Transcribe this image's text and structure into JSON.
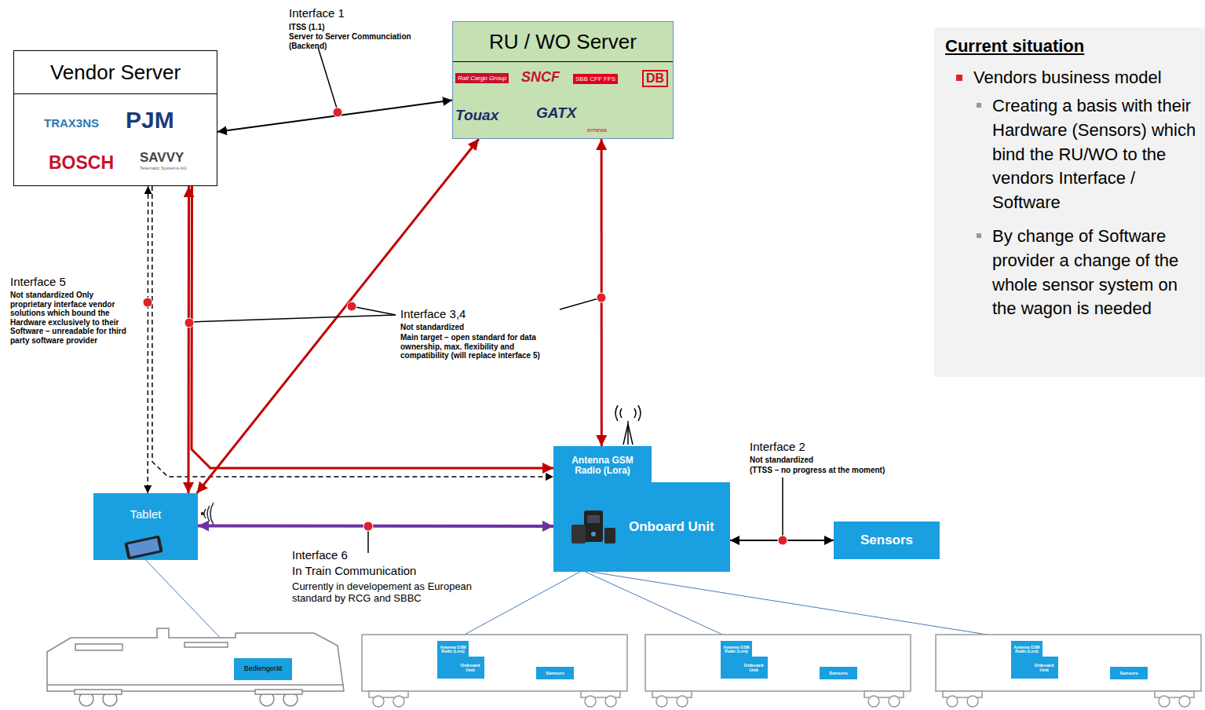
{
  "diagram": {
    "nodes": [
      {
        "text": [
          "Vendor Server"
        ]
      },
      {
        "text": [
          "RU / WO Server"
        ]
      },
      {
        "text": [
          "Antenna GSM Radio (Lora)"
        ]
      },
      {
        "text": [
          "Onboard Unit"
        ]
      },
      {
        "text": [
          "Sensors"
        ]
      },
      {
        "text": [
          "Tablet"
        ]
      },
      {
        "text": [
          "Current situation",
          "Vendors business model",
          "Creating a basis with their Hardware (Sensors) which bind the RU/WO to the vendors Interface / Software",
          "By change of Software provider a change of the whole sensor system on the wagon is needed"
        ]
      },
      {
        "text": [
          "Bediengerät"
        ]
      },
      {
        "text": [
          "Antenna GSM Radio (Lora)"
        ]
      },
      {
        "text": [
          "Onboard Unit"
        ]
      },
      {
        "text": [
          "Sensors"
        ]
      },
      {
        "text": [
          "Antenna GSM Radio (Lora)"
        ]
      },
      {
        "text": [
          "Onboard Unit"
        ]
      },
      {
        "text": [
          "Sensors"
        ]
      },
      {
        "text": [
          "Antenna GSM Radio (Lora)"
        ]
      },
      {
        "text": [
          "Onboard Unit"
        ]
      },
      {
        "text": [
          "Sensors"
        ]
      }
    ],
    "edges": [
      {
        "from": 0,
        "to": 1,
        "arrow": "both"
      },
      {
        "from": 0,
        "to": 5,
        "arrow": "both"
      },
      {
        "from": 0,
        "to": 2,
        "arrow": "to"
      },
      {
        "from": 0,
        "to": 5,
        "arrow": "both"
      },
      {
        "from": 0,
        "to": 2,
        "arrow": "to"
      },
      {
        "from": 5,
        "to": 1,
        "arrow": "both"
      },
      {
        "from": 1,
        "to": 2,
        "arrow": "both"
      },
      {
        "from": 5,
        "to": 3,
        "arrow": "both"
      },
      {
        "from": 3,
        "to": 4,
        "arrow": "both"
      },
      {
        "from": 3,
        "to": 8,
        "arrow": "none"
      },
      {
        "from": 3,
        "to": 11,
        "arrow": "none"
      },
      {
        "from": 3,
        "to": 14,
        "arrow": "none"
      },
      {
        "from": 5,
        "to": 7,
        "arrow": "none"
      },
      {
        "from": 9,
        "to": 10,
        "arrow": "both"
      },
      {
        "from": 12,
        "to": 13,
        "arrow": "both"
      },
      {
        "from": 15,
        "to": 16,
        "arrow": "both"
      }
    ],
    "labels": [
      "TRAX3NS",
      "PJM",
      "BOSCH",
      "SAVVY",
      "Telematic Systems AG",
      "Rail Cargo Group",
      "SNCF",
      "SBB CFF FFS",
      "DB",
      "Touax",
      "GATX",
      "ermewa",
      "Interface 1",
      "ITSS (1.1)",
      "Server to Server Communciation (Backend)",
      "Interface 5",
      "Not standardized Only proprietary interface vendor solutions which bound the Hardware exclusively to their Software – unreadable for third party software provider",
      "Interface 3,4",
      "Not standardized",
      "Main target – open standard for data ownership, max. flexibility and compatibility (will replace interface 5)",
      "Interface 2",
      "Not standardized",
      "(TTSS – no progress at the moment)",
      "Interface 6",
      "In Train Communication",
      "Currently in developement as European standard by RCG and SBBC"
    ]
  }
}
